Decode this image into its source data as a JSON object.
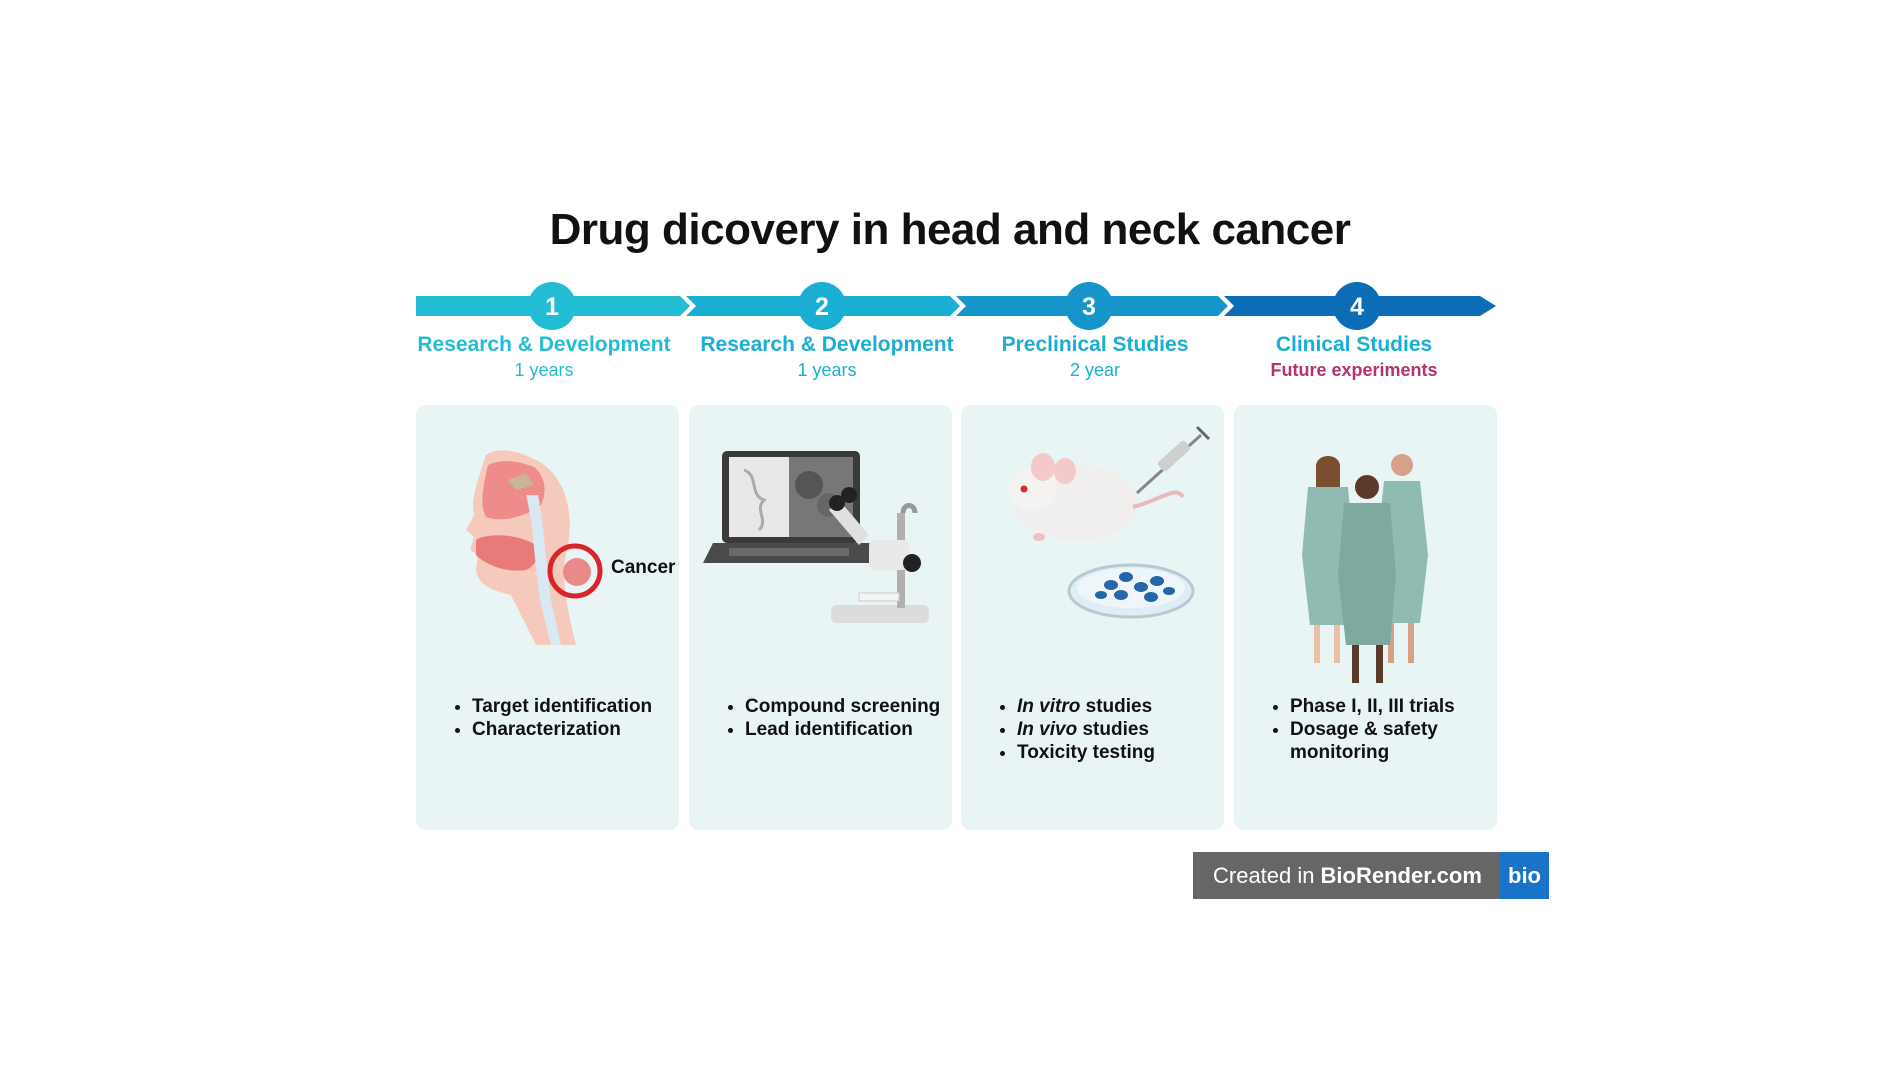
{
  "title": "Drug dicovery in head and neck cancer",
  "colors": {
    "step1": "#22bcd4",
    "step2": "#1aaed2",
    "step3": "#1595c9",
    "step4": "#0b6db6",
    "future": "#b3336f",
    "panel_bg": "#e9f4f5"
  },
  "steps": [
    {
      "number": "1",
      "title": "Research & Development",
      "subtitle": "1 years"
    },
    {
      "number": "2",
      "title": "Research & Development",
      "subtitle": "1 years"
    },
    {
      "number": "3",
      "title": "Preclinical Studies",
      "subtitle": "2 year"
    },
    {
      "number": "4",
      "title": "Clinical Studies",
      "subtitle": "Future experiments"
    }
  ],
  "panels": [
    {
      "annotation": "Cancer",
      "bullets": [
        "Target identification",
        "Characterization"
      ]
    },
    {
      "bullets": [
        "Compound screening",
        "Lead identification"
      ]
    },
    {
      "bullets": [
        {
          "italic": "In vitro",
          "rest": " studies"
        },
        {
          "italic": "In vivo",
          "rest": " studies"
        },
        {
          "text": "Toxicity testing"
        }
      ]
    },
    {
      "bullets": [
        "Phase I, II, III trials",
        "Dosage & safety monitoring"
      ]
    }
  ],
  "badge": {
    "prefix": "Created in",
    "brand": "BioRender.com",
    "logo": "bio"
  }
}
